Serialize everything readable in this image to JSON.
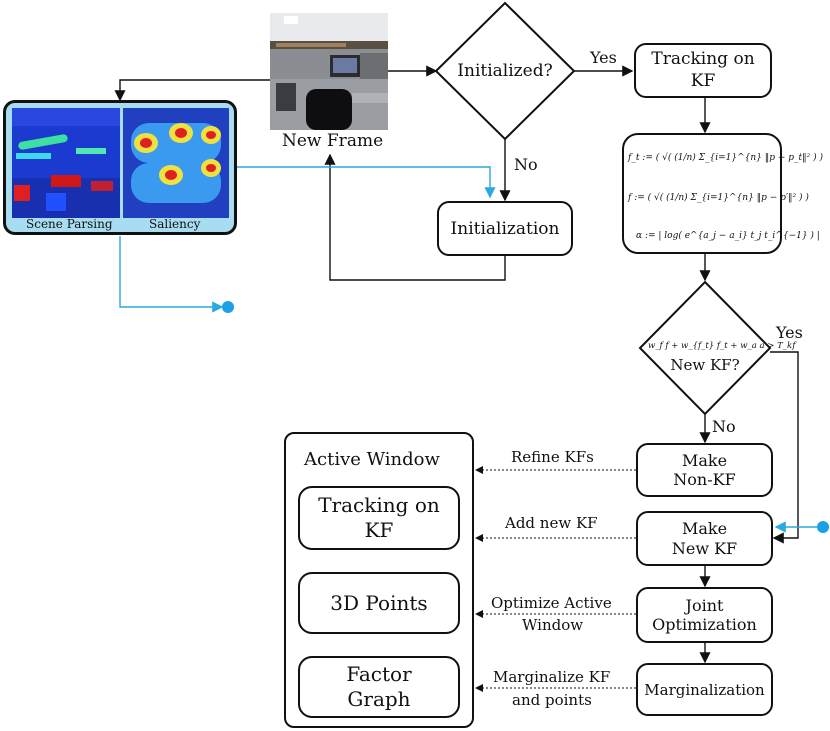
{
  "new_frame": {
    "label": "New Frame"
  },
  "scene_panel": {
    "left_caption": "Scene Parsing",
    "right_caption": "Saliency"
  },
  "initialized": {
    "question": "Initialized?",
    "yes": "Yes",
    "no": "No"
  },
  "initialization": {
    "label": "Initialization"
  },
  "tracking_kf": {
    "label_line1": "Tracking on",
    "label_line2": "KF"
  },
  "formulas": {
    "f_t": "f_t := ( √( (1/n) Σ_{i=1}^{n} ‖p − p_t‖² ) )",
    "f": "f := ( √( (1/n) Σ_{i=1}^{n} ‖p − p′‖² ) )",
    "alpha": "α := | log( e^{a_j − a_i} t_j t_i^{−1} ) |"
  },
  "new_kf_decision": {
    "condition": "w_f f + w_{f_t} f_t + w_a a > T_kf",
    "question": "New KF?",
    "yes": "Yes",
    "no": "No"
  },
  "make_non_kf": {
    "line1": "Make",
    "line2": "Non-KF"
  },
  "make_new_kf": {
    "line1": "Make",
    "line2": "New KF"
  },
  "joint_opt": {
    "line1": "Joint",
    "line2": "Optimization"
  },
  "marginalization": {
    "label": "Marginalization"
  },
  "arrows": {
    "refine": "Refine KFs",
    "add_new": "Add new KF",
    "optimize_line1": "Optimize Active",
    "optimize_line2": "Window",
    "marginalize_line1": "Marginalize KF",
    "marginalize_line2": "and points"
  },
  "active_window": {
    "title": "Active Window",
    "tracking_line1": "Tracking on",
    "tracking_line2": "KF",
    "points": "3D Points",
    "factor_line1": "Factor",
    "factor_line2": "Graph"
  },
  "colors": {
    "connector_blue": "#2aa8e0",
    "dot_blue": "#1aa0e6",
    "panel_bg": "#a8dcf0"
  }
}
